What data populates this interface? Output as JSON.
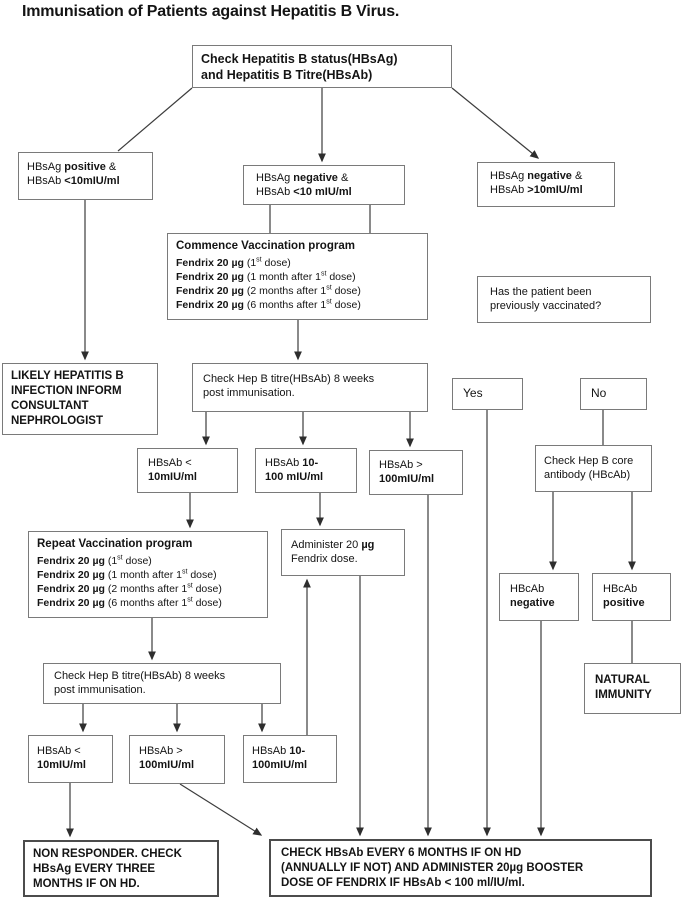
{
  "title": "Immunisation of Patients against Hepatitis B Virus.",
  "fendrix": [
    {
      "name": "Fendrix 20 µg",
      "d1": " (1",
      "sup": "st",
      "d2": " dose)"
    },
    {
      "name": "Fendrix 20 µg",
      "d1": " (1 month after 1",
      "sup": "st",
      "d2": " dose)"
    },
    {
      "name": "Fendrix 20 µg",
      "d1": " (2 months after 1",
      "sup": "st",
      "d2": " dose)"
    },
    {
      "name": "Fendrix 20 µg",
      "d1": " (6 months after 1",
      "sup": "st",
      "d2": " dose)"
    }
  ],
  "nodes": {
    "check_status": {
      "l1": "Check Hepatitis B status(HBsAg)",
      "l2": "and Hepatitis B Titre(HBsAb)"
    },
    "hbsag_pos": {
      "l1a": "HBsAg ",
      "l1b": "positive",
      "l1c": " &",
      "l2a": "HBsAb ",
      "l2b": "<10mIU/ml"
    },
    "hbsag_neg_low": {
      "l1a": "HBsAg ",
      "l1b": "negative",
      "l1c": " &",
      "l2a": "HBsAb ",
      "l2b": "<10 mIU/ml"
    },
    "hbsag_neg_high": {
      "l1a": "HBsAg ",
      "l1b": "negative",
      "l1c": " &",
      "l2a": "HBsAb ",
      "l2b": ">10mIU/ml"
    },
    "commence_heading": "Commence Vaccination program",
    "repeat_heading": "Repeat Vaccination program",
    "has_vaccinated": {
      "l1": "Has the patient been",
      "l2": "previously vaccinated?"
    },
    "likely": {
      "l1": "LIKELY HEPATITIS B",
      "l2": "INFECTION INFORM",
      "l3": "CONSULTANT",
      "l4": "NEPHROLOGIST"
    },
    "check_titre": {
      "l1": "Check Hep B titre(HBsAb) 8 weeks",
      "l2": "post immunisation."
    },
    "yes": "Yes",
    "no": "No",
    "r1_lt": {
      "top": "HBsAb <",
      "bot": "10mIU/ml"
    },
    "r1_mid": {
      "topa": "HBsAb ",
      "topb": "10-",
      "bot": "100 mIU/ml"
    },
    "r1_gt": {
      "top": "HBsAb >",
      "bot": "100mIU/ml"
    },
    "core": {
      "l1": "Check Hep B core",
      "l2": "antibody (HBcAb)"
    },
    "administer": {
      "l1a": "Administer 20 ",
      "l1b": "µg",
      "l2": "Fendrix dose."
    },
    "hbcab_neg": {
      "l1": "HBcAb",
      "l2": "negative"
    },
    "hbcab_pos": {
      "l1": "HBcAb",
      "l2": "positive"
    },
    "natural": {
      "l1": "NATURAL",
      "l2": "IMMUNITY"
    },
    "r2_lt": {
      "top": "HBsAb <",
      "bot": "10mIU/ml"
    },
    "r2_gt": {
      "top": "HBsAb >",
      "bot": "100mIU/ml"
    },
    "r2_mid": {
      "topa": "HBsAb ",
      "topb": "10-",
      "bot": "100mIU/ml"
    },
    "non_responder": {
      "l1": "NON RESPONDER. CHECK",
      "l2": "HBsAg EVERY THREE",
      "l3": "MONTHS IF ON HD."
    },
    "final_check": {
      "l1": "CHECK HBsAb EVERY 6 MONTHS IF ON HD",
      "l2": "(ANNUALLY IF NOT) AND ADMINISTER 20µg BOOSTER",
      "l3": "DOSE OF FENDRIX IF HBsAb < 100 ml/IU/ml."
    }
  }
}
